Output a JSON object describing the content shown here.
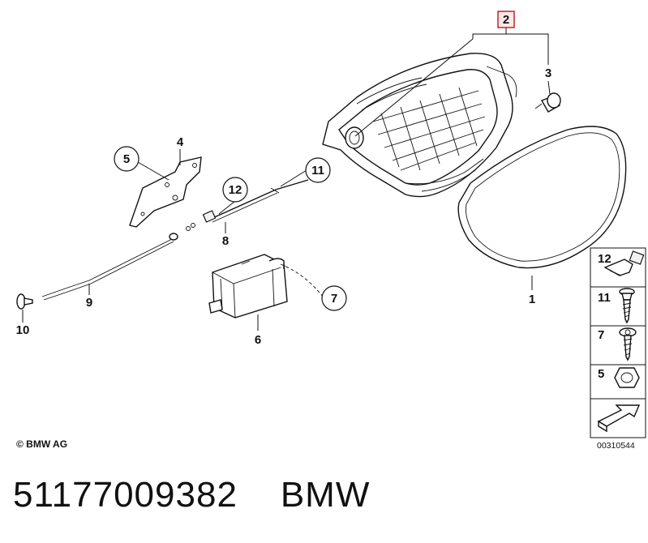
{
  "callouts": {
    "c1": "1",
    "c2": "2",
    "c3": "3",
    "c4": "4",
    "c5": "5",
    "c6": "6",
    "c7": "7",
    "c8": "8",
    "c9": "9",
    "c10": "10",
    "c11": "11",
    "c12": "12"
  },
  "legend": {
    "items": [
      {
        "number": "12",
        "icon": "clip-icon"
      },
      {
        "number": "11",
        "icon": "screw-icon"
      },
      {
        "number": "7",
        "icon": "screw-icon"
      },
      {
        "number": "5",
        "icon": "hex-nut-icon"
      }
    ],
    "arrow_icon": "arrow-icon"
  },
  "copyright": "© BMW AG",
  "drawing_number": "00310544",
  "footer": {
    "part_number": "51177009382",
    "brand": "BMW"
  }
}
